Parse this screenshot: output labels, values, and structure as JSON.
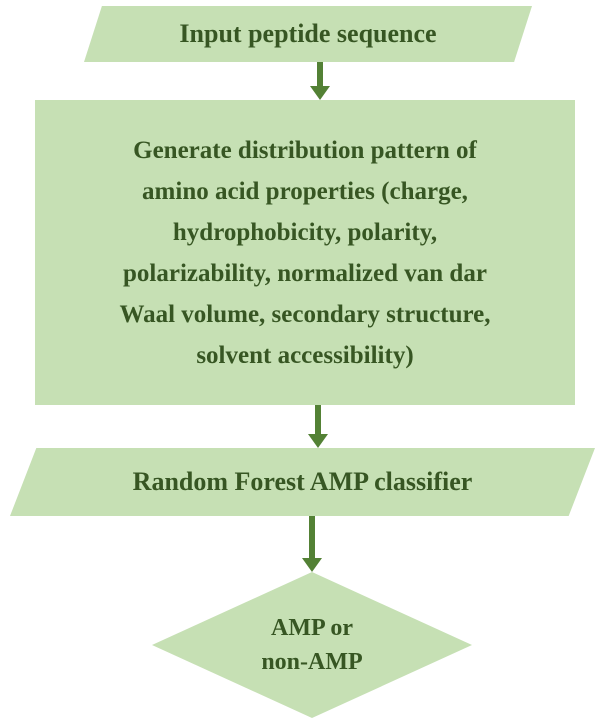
{
  "colors": {
    "shape_fill": "#c6e0b4",
    "text": "#375623",
    "arrow": "#538135",
    "background": "#ffffff"
  },
  "diagram": {
    "type": "flowchart",
    "direction": "top-to-bottom",
    "nodes": {
      "input": {
        "shape": "parallelogram",
        "label": "Input peptide sequence"
      },
      "process": {
        "shape": "rectangle",
        "label": "Generate distribution pattern of\namino acid properties (charge,\nhydrophobicity, polarity,\npolarizability, normalized van dar\nWaal volume, secondary structure,\nsolvent accessibility)"
      },
      "classifier": {
        "shape": "parallelogram",
        "label": "Random Forest AMP classifier"
      },
      "decision": {
        "shape": "diamond",
        "label": "AMP or\nnon-AMP"
      }
    },
    "connectors": [
      {
        "from": "input",
        "to": "process"
      },
      {
        "from": "process",
        "to": "classifier"
      },
      {
        "from": "classifier",
        "to": "decision"
      }
    ]
  }
}
